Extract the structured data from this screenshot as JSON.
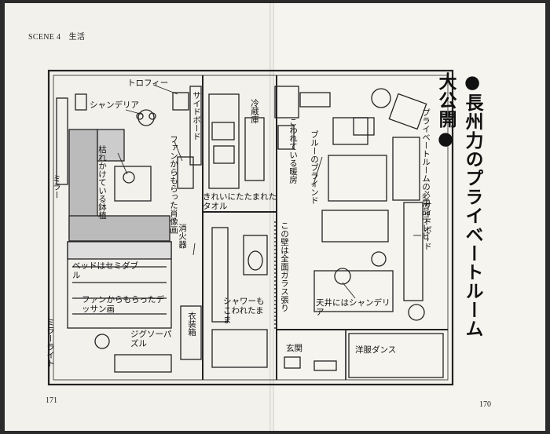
{
  "header": {
    "running_head": "SCENE 4　生活"
  },
  "title": "●長州力のプライベートルーム大公開●",
  "page_numbers": {
    "left": "171",
    "right": "170"
  },
  "labels": {
    "trophy": "トロフィー",
    "chandelier_left": "シャンデリア",
    "mirror": "ミラー",
    "withered_plant": "枯れかけている鉢植",
    "portrait": "ファンからもらった肖像画",
    "side_board_left": "サイドボード",
    "fridge": "冷蔵庫",
    "broken_heater": "こわれている暖房",
    "blue_blind": "ブルーのブラインド",
    "private_tv": "プライベートルームの必需品テレビ",
    "towel": "きれいにたたまれたタオル",
    "fire_extinguisher": "消火器",
    "bed": "ベッドはセミダブル",
    "dessin": "ファンからもらったデッサン画",
    "shower": "シャワーもこわれたまま",
    "wall_note": "この壁は全面ガラス張り",
    "side_board_right": "サイドボード",
    "ceiling_chandelier": "天井にはシャンデリア",
    "wardrobe_box": "衣装箱",
    "mirror_light": "ミラーライト",
    "jigsaw": "ジグソーパズル",
    "entrance": "玄関",
    "wardrobe": "洋服ダンス"
  }
}
